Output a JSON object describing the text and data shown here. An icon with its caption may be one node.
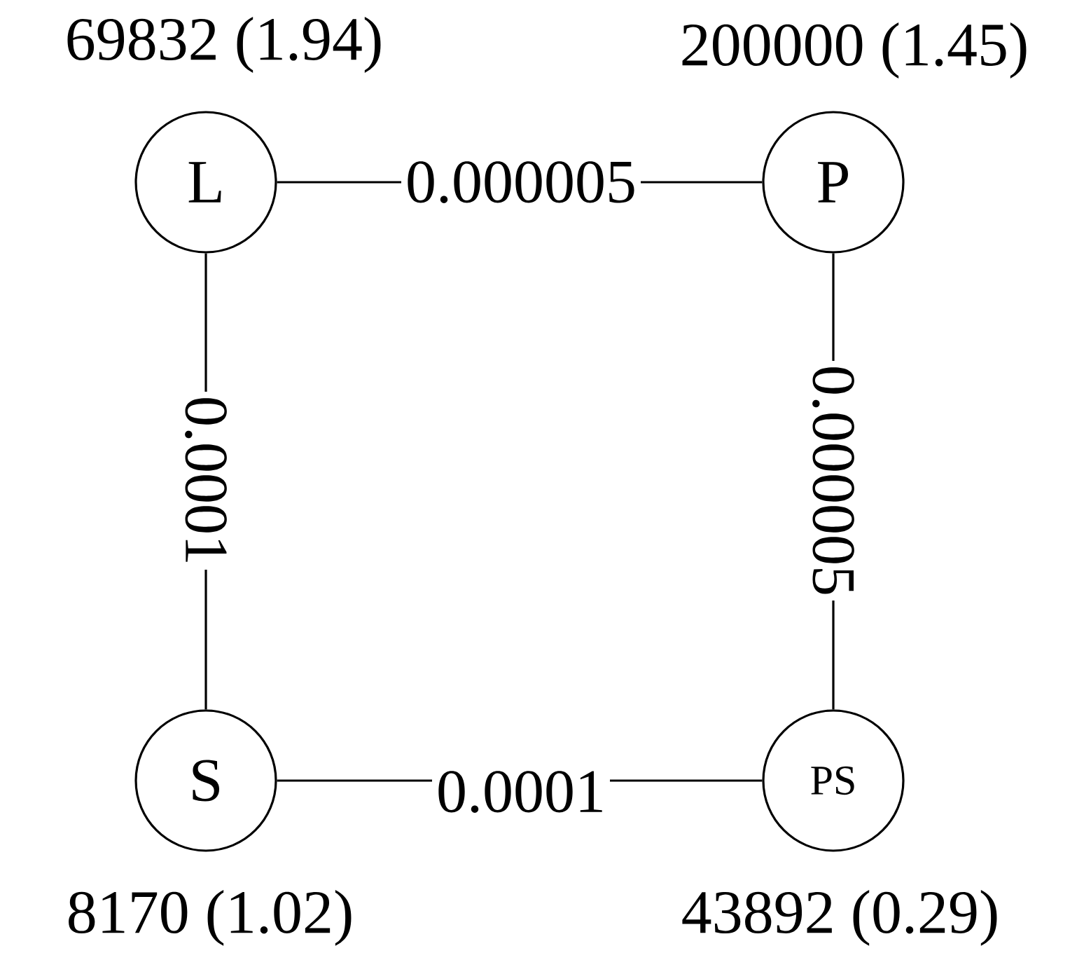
{
  "diagram": {
    "nodes": [
      {
        "text": [
          "L"
        ],
        "beside": [
          "69832 (1.94)"
        ]
      },
      {
        "text": [
          "P"
        ],
        "beside": [
          "200000 (1.45)"
        ]
      },
      {
        "text": [
          "S"
        ],
        "beside": [
          "8170 (1.02)"
        ]
      },
      {
        "text": [
          "PS"
        ],
        "beside": [
          "43892 (0.29)"
        ]
      }
    ],
    "edges": [
      {
        "from": 0,
        "to": 1,
        "arrow": "none",
        "label": "0.000005"
      },
      {
        "from": 0,
        "to": 2,
        "arrow": "none",
        "label": "0.0001"
      },
      {
        "from": 1,
        "to": 3,
        "arrow": "none",
        "label": "0.000005"
      },
      {
        "from": 2,
        "to": 3,
        "arrow": "none",
        "label": "0.0001"
      }
    ]
  }
}
